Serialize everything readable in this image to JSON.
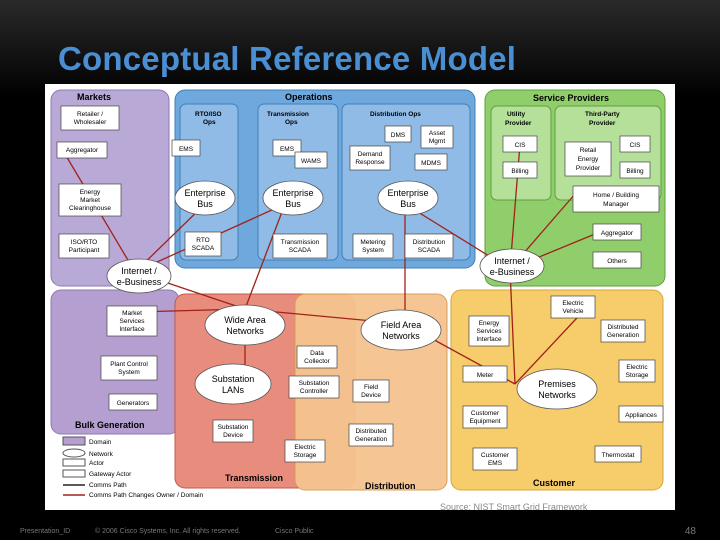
{
  "slide": {
    "title": "Conceptual Reference Model",
    "source": "Source: NIST Smart Grid Framework",
    "footer_id": "Presentation_ID",
    "footer_copy": "© 2006 Cisco Systems, Inc. All rights reserved.",
    "footer_conf": "Cisco Public",
    "page": "48"
  },
  "colors": {
    "markets": "#b9a9d6",
    "operations": "#6fa8dc",
    "service": "#8fce6a",
    "bulk": "#b49fd0",
    "transmission": "#e88d7e",
    "distribution": "#f5c48f",
    "customer": "#f7cd6b"
  },
  "domains": {
    "markets": "Markets",
    "operations": "Operations",
    "service": "Service Providers",
    "bulk": "Bulk Generation",
    "transmission": "Transmission",
    "distribution": "Distribution",
    "customer": "Customer"
  },
  "sub": {
    "rto": [
      "RTO/ISO",
      "Ops"
    ],
    "trans": [
      "Transmission",
      "Ops"
    ],
    "dist": "Distribution Ops",
    "utility": [
      "Utility",
      "Provider"
    ],
    "third": [
      "Third-Party",
      "Provider"
    ]
  },
  "nodes": {
    "retailer": [
      "Retailer /",
      "Wholesaler"
    ],
    "aggregator": "Aggregator",
    "emc": [
      "Energy",
      "Market",
      "Clearinghouse"
    ],
    "iso": [
      "ISO/RTO",
      "Participant"
    ],
    "ems1": "EMS",
    "ems2": "EMS",
    "wams": "WAMS",
    "dms": "DMS",
    "asset": [
      "Asset",
      "Mgmt"
    ],
    "demand": [
      "Demand",
      "Response"
    ],
    "mdms": "MDMS",
    "rtoscada": [
      "RTO",
      "SCADA"
    ],
    "transscada": [
      "Transmission",
      "SCADA"
    ],
    "metering": [
      "Metering",
      "System"
    ],
    "distscada": [
      "Distribution",
      "SCADA"
    ],
    "cis1": "CIS",
    "billing1": "Billing",
    "cis2": "CIS",
    "billing2": "Billing",
    "retail": [
      "Retail",
      "Energy",
      "Provider"
    ],
    "hbm": [
      "Home / Building",
      "Manager"
    ],
    "agg2": "Aggregator",
    "others": "Others",
    "msi": [
      "Market",
      "Services",
      "Interface"
    ],
    "plant": [
      "Plant Control",
      "System"
    ],
    "generators": "Generators",
    "datacol": [
      "Data",
      "Collector"
    ],
    "subctrl": [
      "Substation",
      "Controller"
    ],
    "subdev": [
      "Substation",
      "Device"
    ],
    "elecstor": [
      "Electric",
      "Storage"
    ],
    "fielddev": [
      "Field",
      "Device"
    ],
    "distgen": [
      "Distributed",
      "Generation"
    ],
    "ev": [
      "Electric",
      "Vehicle"
    ],
    "esi": [
      "Energy",
      "Services",
      "Interface"
    ],
    "distgen2": [
      "Distributed",
      "Generation"
    ],
    "meter": "Meter",
    "elecstor2": [
      "Electric",
      "Storage"
    ],
    "custeq": [
      "Customer",
      "Equipment"
    ],
    "appliances": "Appliances",
    "custems": [
      "Customer",
      "EMS"
    ],
    "thermostat": "Thermostat"
  },
  "networks": {
    "ent1": [
      "Enterprise",
      "Bus"
    ],
    "ent2": [
      "Enterprise",
      "Bus"
    ],
    "ent3": [
      "Enterprise",
      "Bus"
    ],
    "inet1": [
      "Internet /",
      "e-Business"
    ],
    "inet2": [
      "Internet /",
      "e-Business"
    ],
    "wan": [
      "Wide Area",
      "Networks"
    ],
    "fan": [
      "Field Area",
      "Networks"
    ],
    "sublan": [
      "Substation",
      "LANs"
    ],
    "premises": [
      "Premises",
      "Networks"
    ]
  },
  "legend": [
    "Domain",
    "Network",
    "Actor",
    "Gateway Actor",
    "Comms Path",
    "Comms Path Changes Owner / Domain"
  ]
}
